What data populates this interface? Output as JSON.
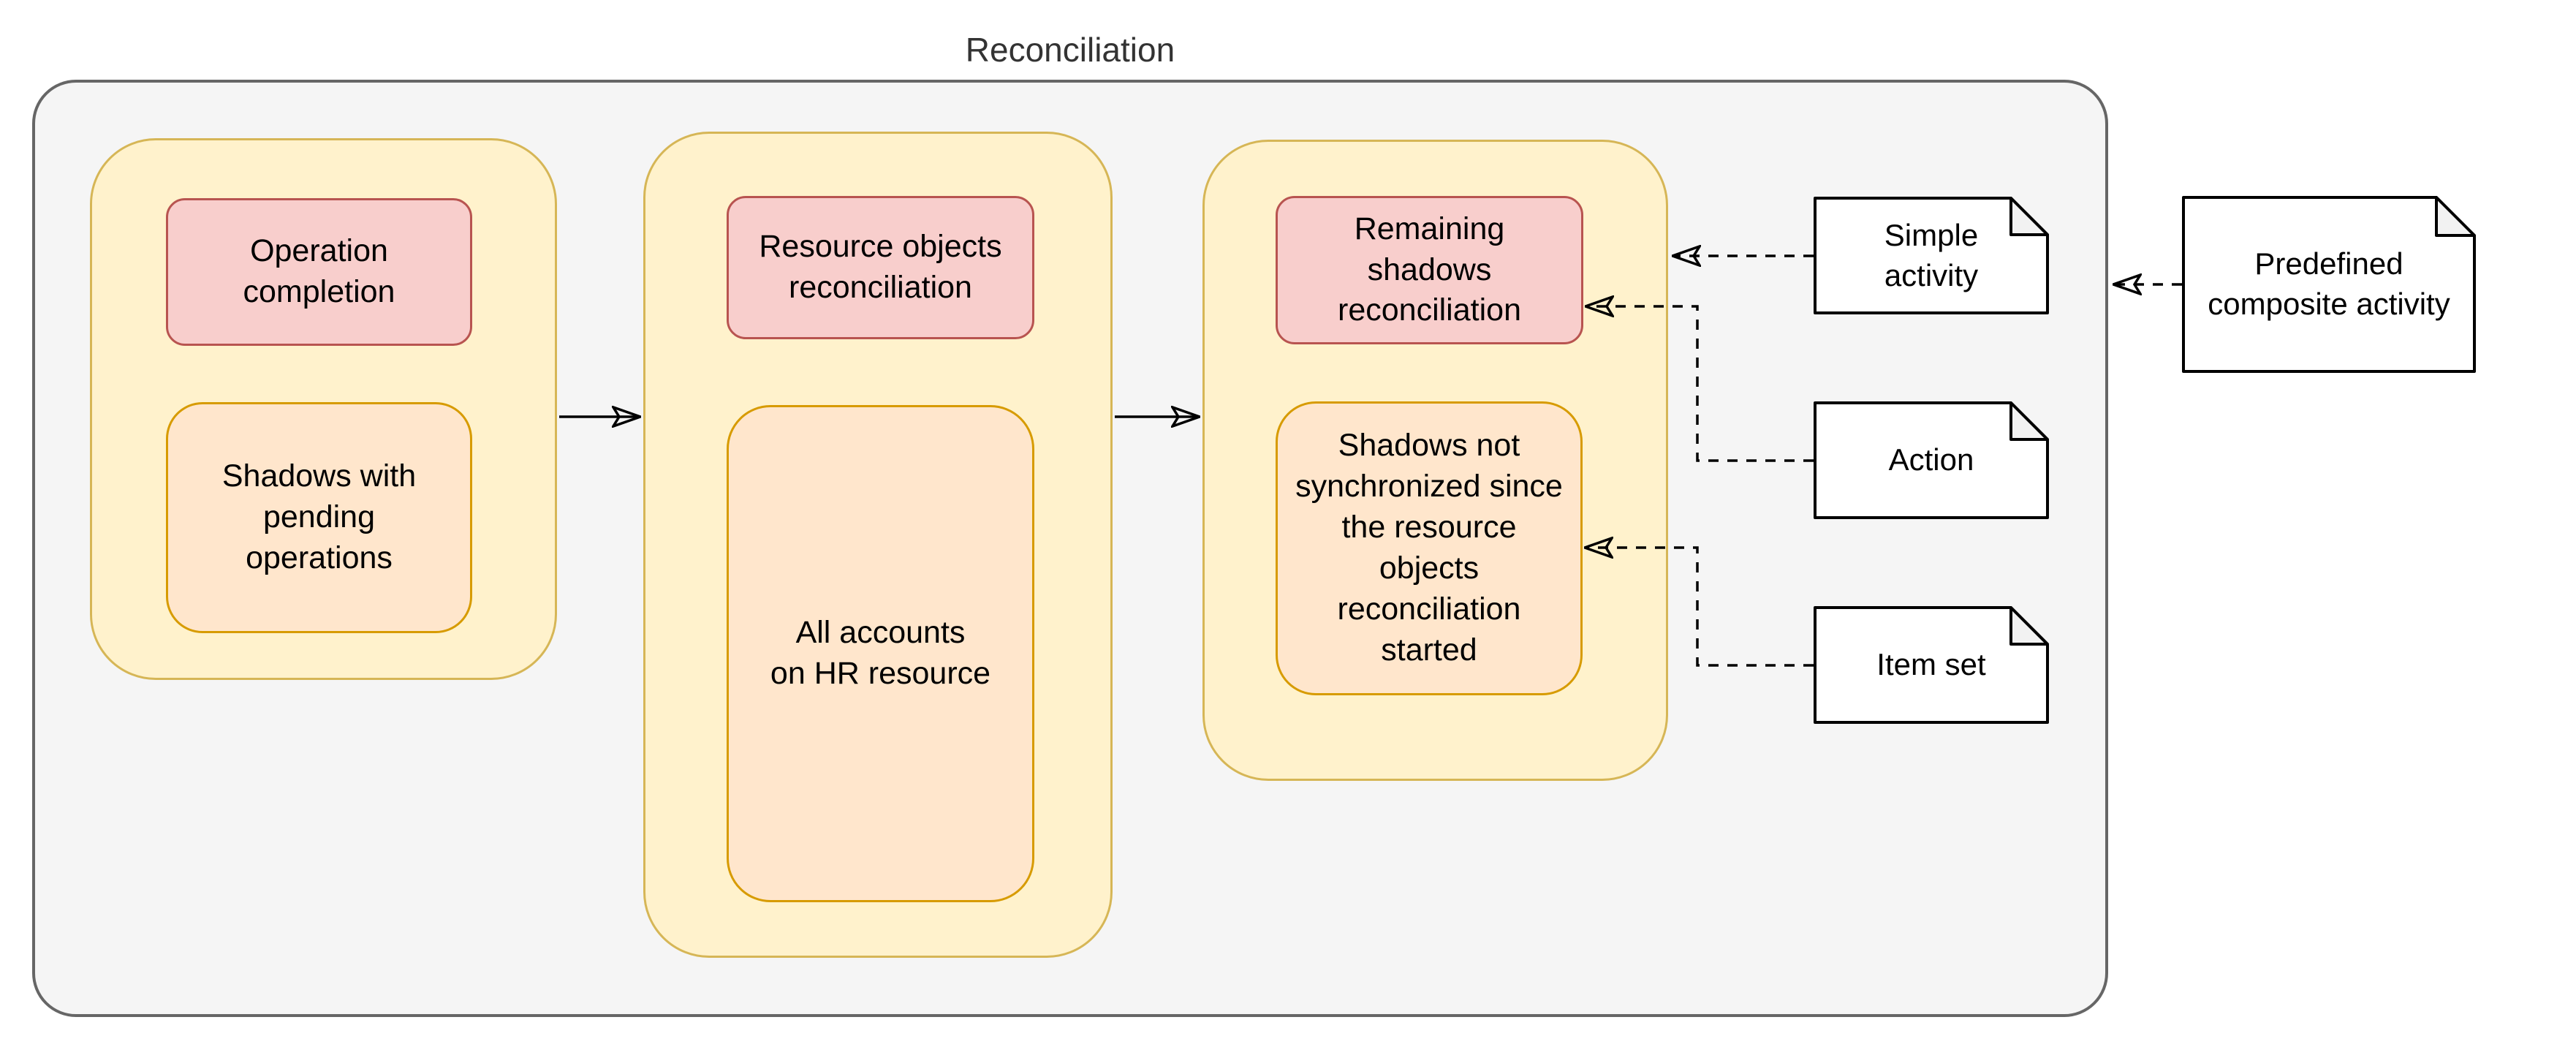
{
  "diagram": {
    "title": "Reconciliation",
    "stages": [
      {
        "name": "operation-completion-stage",
        "activity_label": "Operation\ncompletion",
        "itemset_label": "Shadows with\npending\noperations"
      },
      {
        "name": "resource-objects-stage",
        "activity_label": "Resource objects\nreconciliation",
        "itemset_label": "All accounts\non HR resource"
      },
      {
        "name": "remaining-shadows-stage",
        "activity_label": "Remaining\nshadows\nreconciliation",
        "itemset_label": "Shadows not\nsynchronized since\nthe resource\nobjects\nreconciliation\nstarted"
      }
    ],
    "notes": [
      {
        "label": "Simple\nactivity"
      },
      {
        "label": "Action"
      },
      {
        "label": "Item set"
      }
    ],
    "external_note": {
      "label": "Predefined\ncomposite activity"
    },
    "colors": {
      "container_fill": "#f5f5f5",
      "container_border": "#666666",
      "stage_fill": "#fff2cc",
      "stage_border": "#d6b656",
      "activity_fill": "#f8cecc",
      "activity_border": "#b85450",
      "itemset_fill": "#ffe6cc",
      "itemset_border": "#d79b00",
      "note_fill": "#ffffff",
      "note_border": "#000000",
      "note_fold_fill": "#f2f2f2",
      "connector_color": "#000000"
    }
  }
}
